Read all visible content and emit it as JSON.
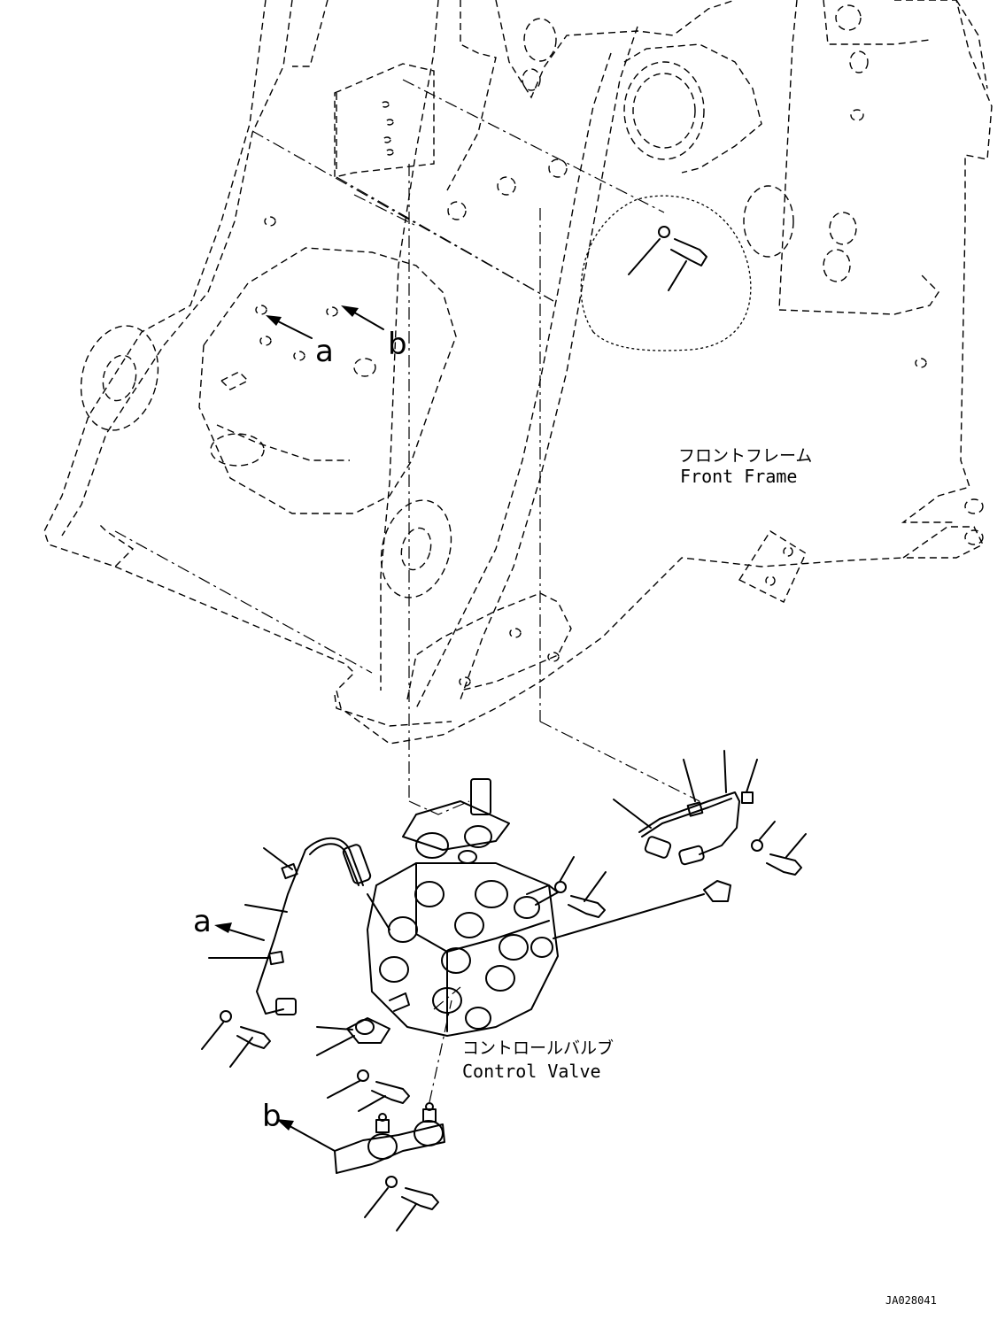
{
  "labels": {
    "front_frame_jp": "フロントフレーム",
    "front_frame_en": "Front Frame",
    "control_valve_jp": "コントロールバルブ",
    "control_valve_en": "Control Valve",
    "callout_a": "a",
    "callout_b": "b",
    "drawing_number": "JA028041"
  }
}
